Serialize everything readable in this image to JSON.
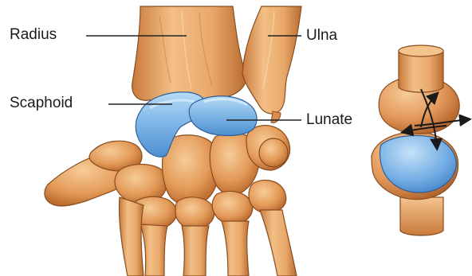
{
  "labels": {
    "radius": "Radius",
    "scaphoid": "Scaphoid",
    "ulna": "Ulna",
    "lunate": "Lunate"
  },
  "colors": {
    "bone_fill": "#e9a86a",
    "bone_shadow": "#c97a3c",
    "bone_light": "#f6cc98",
    "bone_outline": "#8a4d1f",
    "cartilage_fill": "#6fa9e0",
    "cartilage_light": "#a9d0f2",
    "leader_line": "#222222",
    "arrow": "#1a1a1a"
  }
}
